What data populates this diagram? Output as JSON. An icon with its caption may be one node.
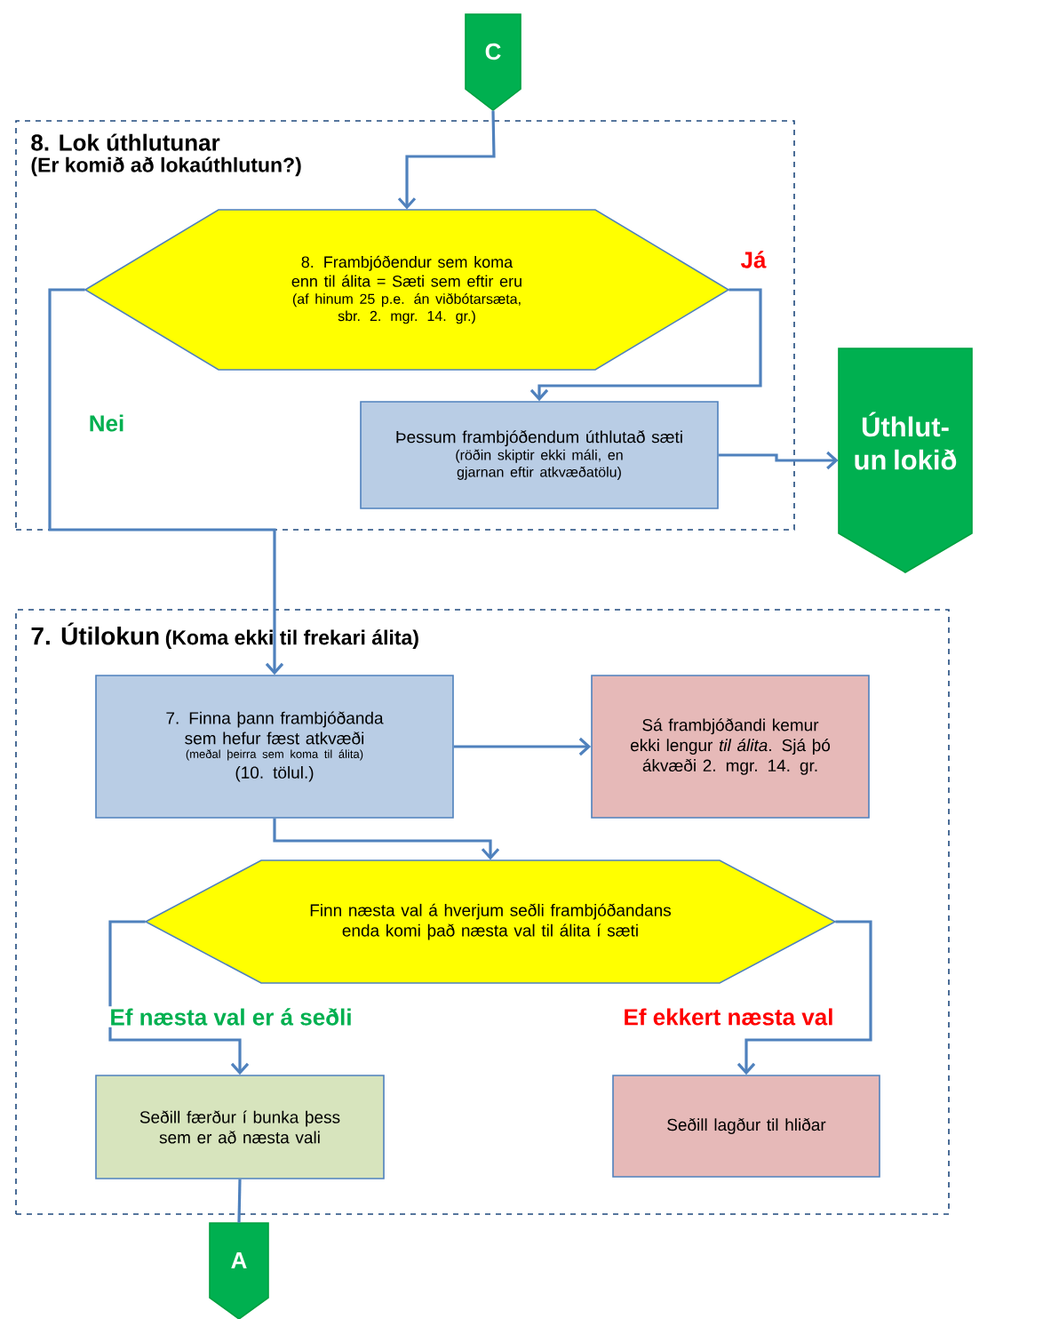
{
  "diagram": {
    "nodes": [
      {
        "text": [
          "8. Lok úthlutunar",
          "(Er komið að lokaúthlutun?)"
        ]
      },
      {
        "text": [
          "C"
        ]
      },
      {
        "text": [
          "8. Frambjóðendur sem koma enn til álita = Sæti sem eftir eru",
          "(af hinum 25 p.e. án viðbótarsæta, sbr. 2. mgr. 14. gr.)"
        ],
        "in": 0
      },
      {
        "text": [
          "Þessum frambjóðendum úthlutað sæti",
          "(röðin skiptir ekki máli, en gjarnan eftir atkvæðatölu)"
        ],
        "in": 0
      },
      {
        "text": [
          "Úthlut-un lokið"
        ]
      },
      {
        "text": [
          "7. Útilokun",
          "(Koma ekki til frekari álita)"
        ]
      },
      {
        "text": [
          "7. Finna þann frambjóðanda sem hefur fæst atkvæði",
          "(meðal þeirra sem koma til álita)",
          "(10. tölul.)"
        ],
        "in": 5
      },
      {
        "text": [
          "Sá frambjóðandi kemur ekki lengur *til álita*. Sjá þó ákvæði 2. mgr. 14. gr."
        ],
        "in": 5
      },
      {
        "text": [
          "Finn næsta val á hverjum seðli frambjóðandans enda komi það næsta val til álita í sæti"
        ],
        "in": 5
      },
      {
        "text": [
          "Seðill færður í bunka þess sem er að næsta vali"
        ],
        "in": 5
      },
      {
        "text": [
          "Seðill lagður til hliðar"
        ],
        "in": 5
      },
      {
        "text": [
          "A"
        ]
      }
    ],
    "edges": [
      {
        "from": 1,
        "to": 2,
        "arrow": "to"
      },
      {
        "from": 2,
        "to": 3,
        "arrow": "to",
        "label": "Já"
      },
      {
        "from": 2,
        "to": 6,
        "arrow": "to",
        "label": "Nei"
      },
      {
        "from": 3,
        "to": 4,
        "arrow": "to"
      },
      {
        "from": 6,
        "to": 7,
        "arrow": "to"
      },
      {
        "from": 6,
        "to": 8,
        "arrow": "to"
      },
      {
        "from": 8,
        "to": 9,
        "arrow": "to",
        "label": "Ef næsta val er á seðli"
      },
      {
        "from": 8,
        "to": 10,
        "arrow": "to",
        "label": "Ef ekkert næsta val"
      },
      {
        "from": 9,
        "to": 11,
        "arrow": "none"
      }
    ]
  }
}
